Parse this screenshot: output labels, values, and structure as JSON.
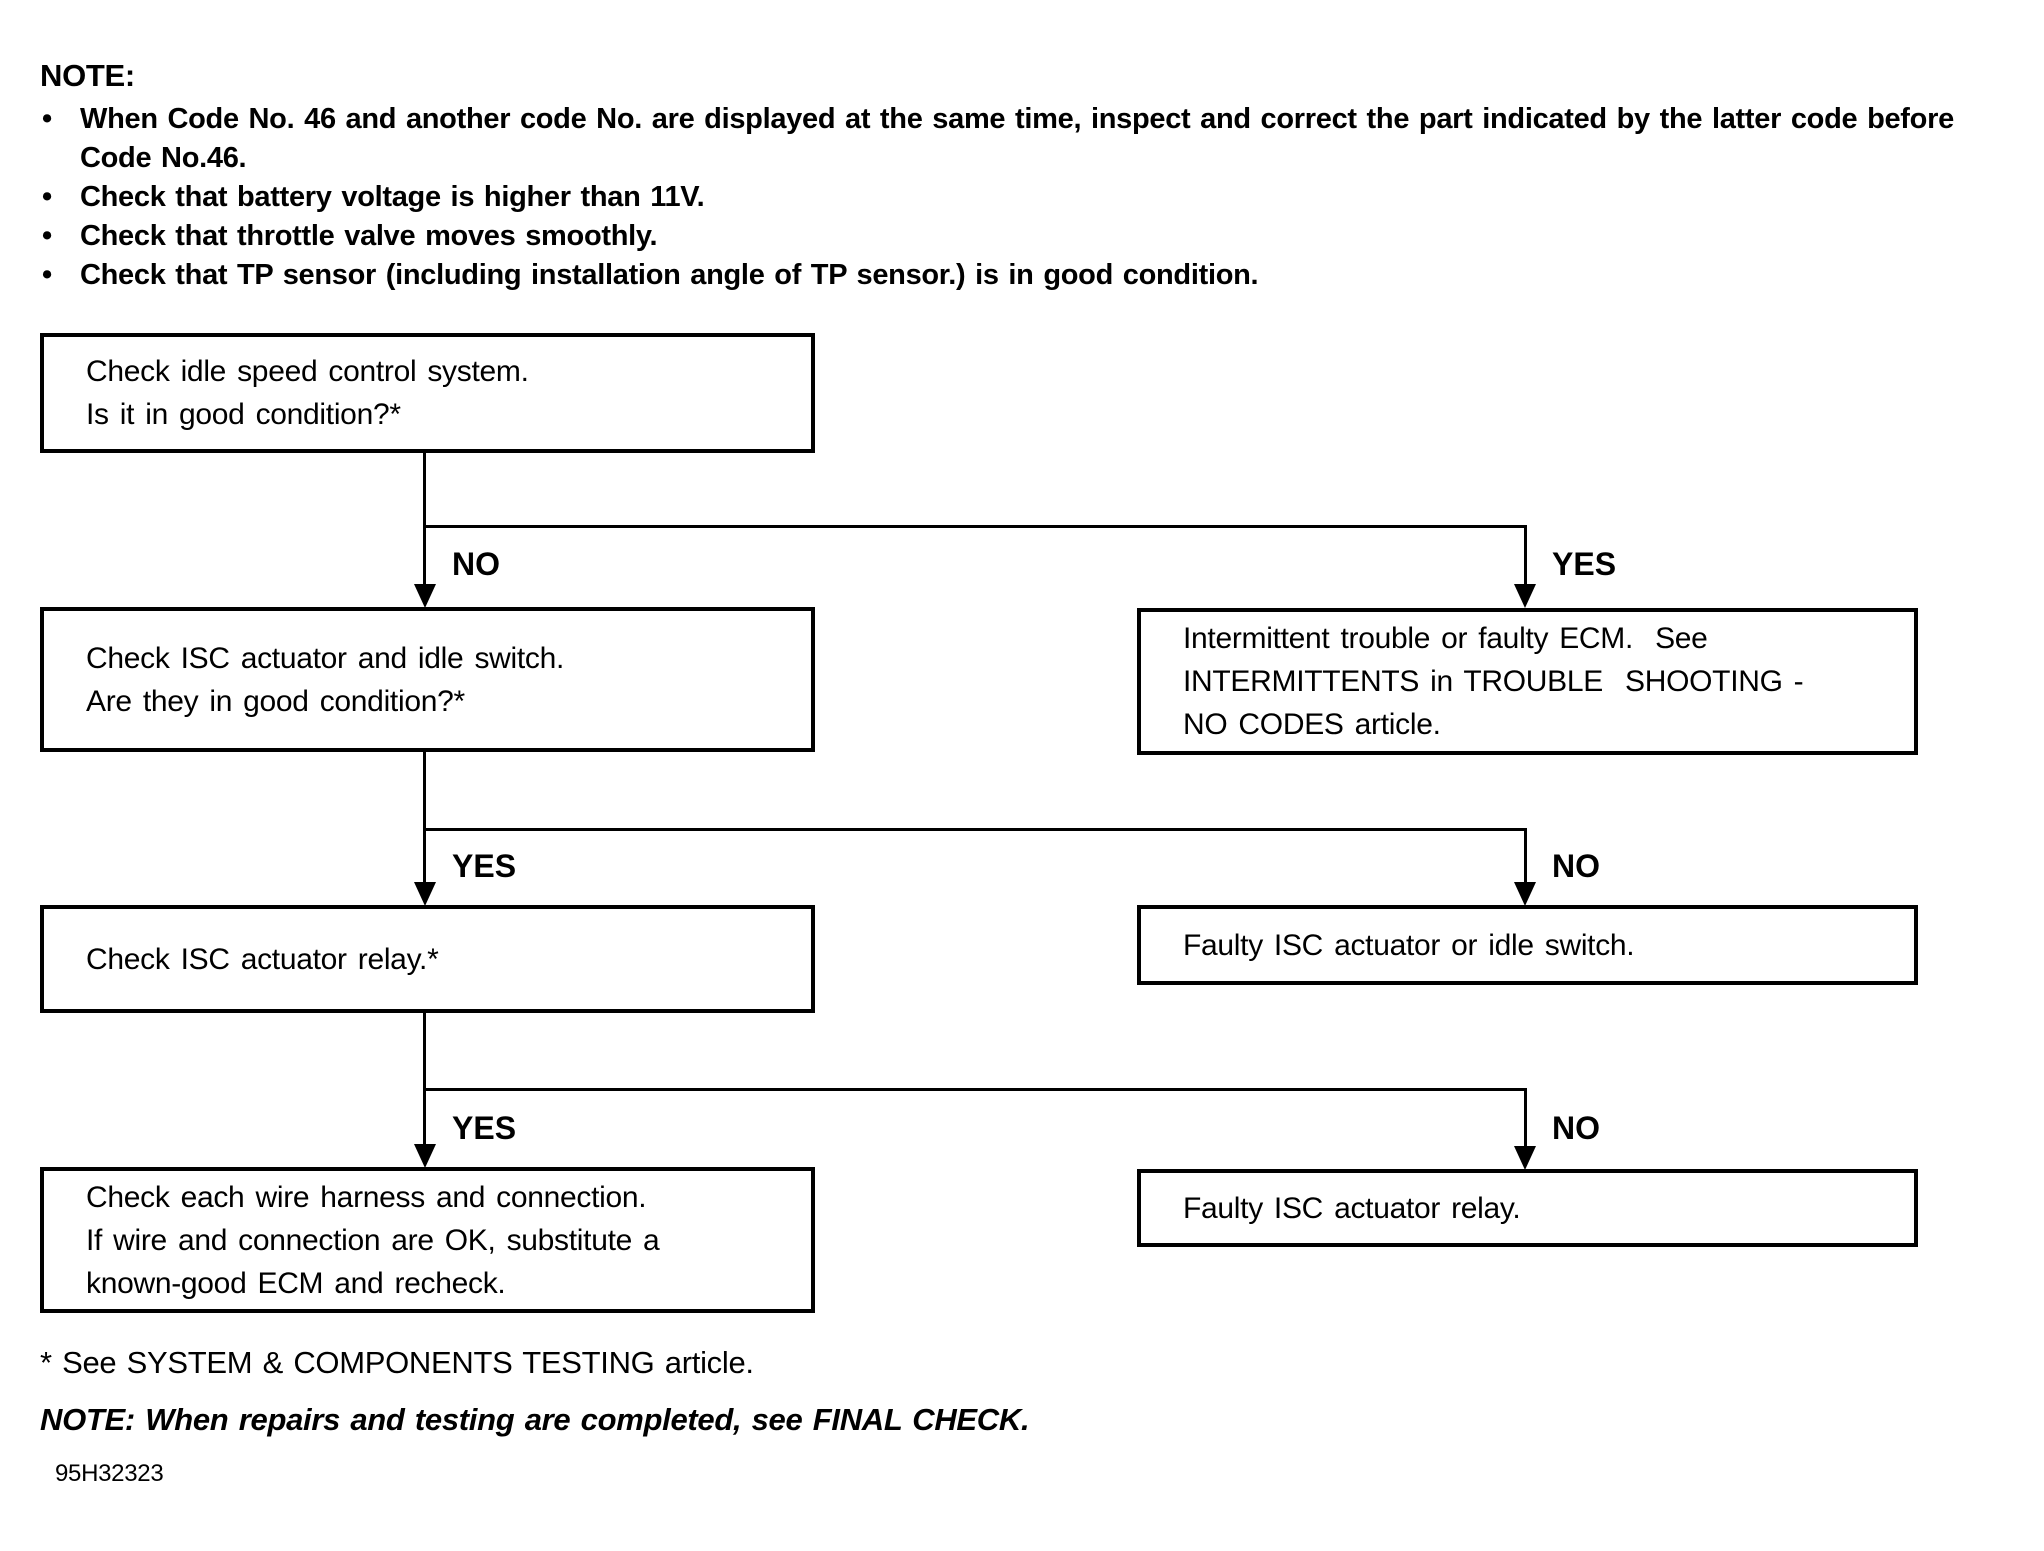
{
  "colors": {
    "background": "#ffffff",
    "ink": "#000000"
  },
  "icons": {
    "bullet": "•",
    "arrow_down": "css-triangle-down"
  },
  "note": {
    "title": "NOTE:",
    "bullets": [
      "When Code No. 46 and another code No. are displayed at the same time, inspect and correct the part indicated by the latter code before Code No.46.",
      "Check that battery voltage is higher than 11V.",
      "Check that throttle valve moves smoothly.",
      "Check that TP sensor (including installation angle of TP sensor.) is in good condition."
    ]
  },
  "flowchart": {
    "boxes": [
      {
        "id": "check-idle-speed-control",
        "lines": [
          "Check idle speed control system.",
          "Is it in good condition?*"
        ]
      },
      {
        "id": "check-isc-actuator-idle-switch",
        "lines": [
          "Check ISC actuator and idle switch.",
          "Are they in good condition?*"
        ]
      },
      {
        "id": "check-isc-actuator-relay",
        "lines": [
          "Check ISC actuator relay.*"
        ]
      },
      {
        "id": "check-wire-harness",
        "lines": [
          "Check each wire harness and connection.",
          "If wire and connection are OK, substitute a",
          "known-good ECM and recheck."
        ]
      },
      {
        "id": "intermittent-trouble",
        "lines": [
          "Intermittent trouble or faulty ECM.  See",
          "INTERMITTENTS in TROUBLE  SHOOTING -",
          "NO CODES article."
        ]
      },
      {
        "id": "faulty-isc-actuator-or-idle-switch",
        "lines": [
          "Faulty ISC actuator or idle switch."
        ]
      },
      {
        "id": "faulty-isc-actuator-relay",
        "lines": [
          "Faulty ISC actuator relay."
        ]
      }
    ],
    "branches": [
      {
        "left": "NO",
        "right": "YES"
      },
      {
        "left": "YES",
        "right": "NO"
      },
      {
        "left": "YES",
        "right": "NO"
      }
    ]
  },
  "footer": {
    "asterisk_note": "* See SYSTEM & COMPONENTS TESTING article.",
    "final_note": "NOTE:  When repairs and testing are completed, see FINAL CHECK.",
    "figure_code": "95H32323"
  }
}
